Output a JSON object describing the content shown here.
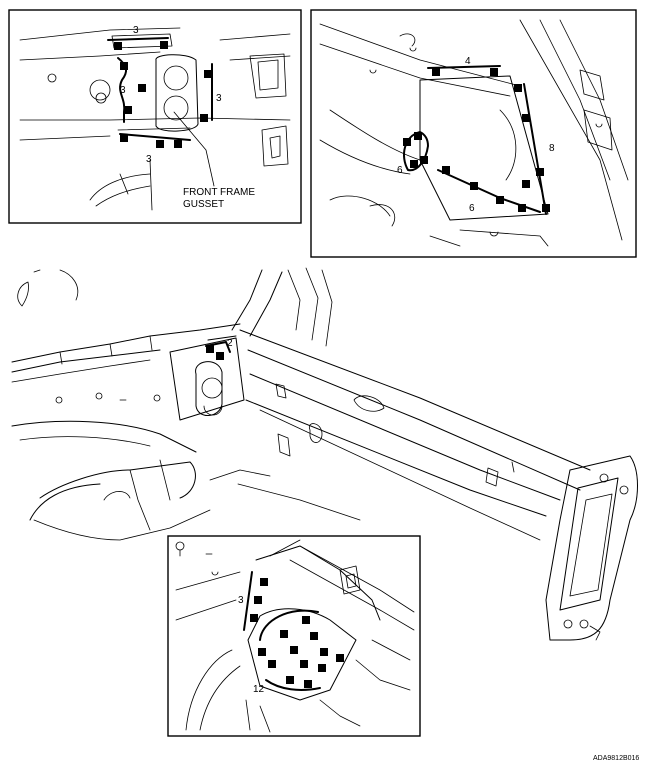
{
  "callouts": {
    "tl_top": "3",
    "tl_mid_left": "3",
    "tl_right": "3",
    "tl_bottom": "3",
    "tr_top": "4",
    "tr_right": "8",
    "tr_left": "6",
    "tr_bottom": "6",
    "main": "2",
    "bottom_left": "3",
    "bottom_lower": "12"
  },
  "labels": {
    "gusset_line1": "FRONT FRAME",
    "gusset_line2": "GUSSET"
  },
  "figure_code": "ADA9812B016"
}
